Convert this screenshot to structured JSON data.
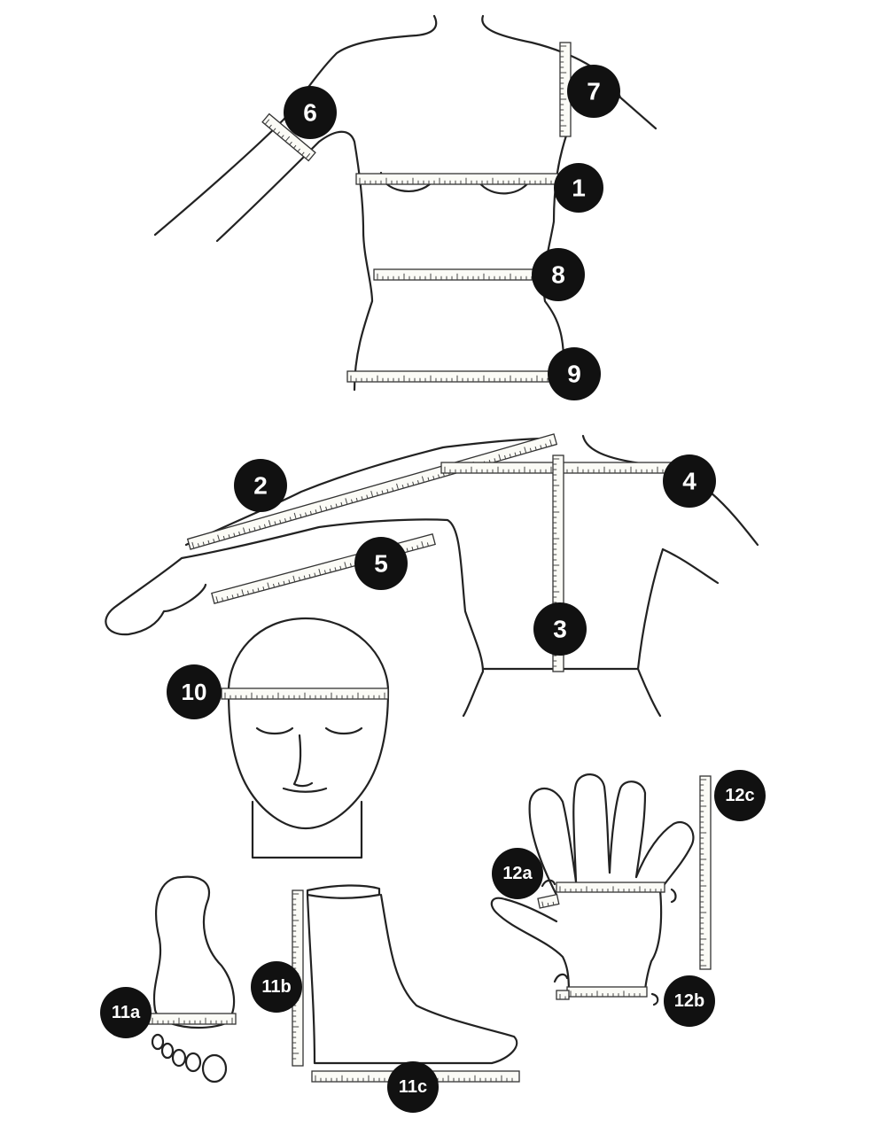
{
  "figure": {
    "title": "",
    "colors": {
      "badge": "#111111",
      "badge_text": "#ffffff",
      "line": "#222222",
      "tape": "#fbfbf6"
    }
  },
  "markers": [
    {
      "id": "m1",
      "label": "1"
    },
    {
      "id": "m2",
      "label": "2"
    },
    {
      "id": "m3",
      "label": "3"
    },
    {
      "id": "m4",
      "label": "4"
    },
    {
      "id": "m5",
      "label": "5"
    },
    {
      "id": "m6",
      "label": "6"
    },
    {
      "id": "m7",
      "label": "7"
    },
    {
      "id": "m8",
      "label": "8"
    },
    {
      "id": "m9",
      "label": "9"
    },
    {
      "id": "m10",
      "label": "10"
    },
    {
      "id": "m11a",
      "label": "11a"
    },
    {
      "id": "m11b",
      "label": "11b"
    },
    {
      "id": "m11c",
      "label": "11c"
    },
    {
      "id": "m12a",
      "label": "12a"
    },
    {
      "id": "m12b",
      "label": "12b"
    },
    {
      "id": "m12c",
      "label": "12c"
    }
  ]
}
